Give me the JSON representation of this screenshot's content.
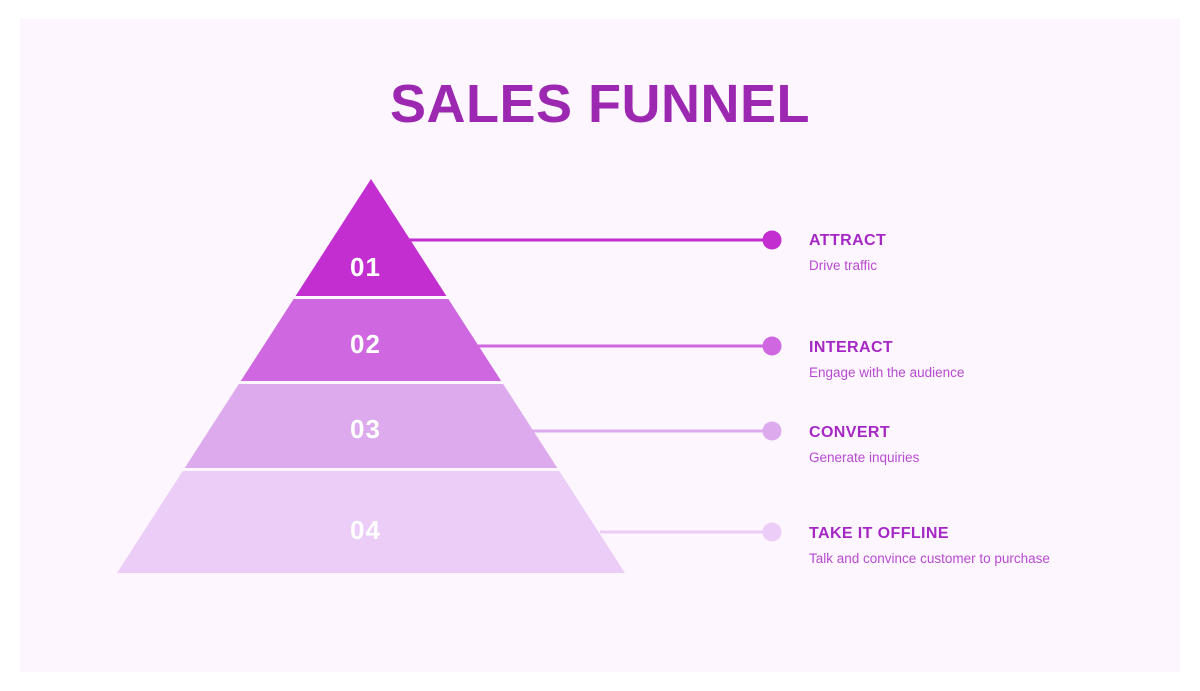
{
  "slide": {
    "title": "SALES FUNNEL",
    "background_color": "#fdf6fe",
    "outer_background_color": "#ffffff",
    "title_color": "#9c27b0"
  },
  "chart_data": {
    "type": "funnel",
    "title": "SALES FUNNEL",
    "orientation": "pyramid-descending",
    "tier_count": 4,
    "tiers": [
      {
        "number": "01",
        "label": "ATTRACT",
        "description": "Drive traffic",
        "color": "#c22ed0",
        "connector_color": "#c22ed0",
        "dot_color": "#c22ed0"
      },
      {
        "number": "02",
        "label": "INTERACT",
        "description": "Engage with the audience",
        "color": "#cf68e0",
        "connector_color": "#cf68e0",
        "dot_color": "#cf68e0"
      },
      {
        "number": "03",
        "label": "CONVERT",
        "description": "Generate inquiries",
        "color": "#ddaaee",
        "connector_color": "#ddaaee",
        "dot_color": "#ddaaee"
      },
      {
        "number": "04",
        "label": "TAKE IT OFFLINE",
        "description": "Talk and convince customer to purchase",
        "color": "#ebcdf7",
        "connector_color": "#ebcdf7",
        "dot_color": "#ebcdf7"
      }
    ]
  }
}
